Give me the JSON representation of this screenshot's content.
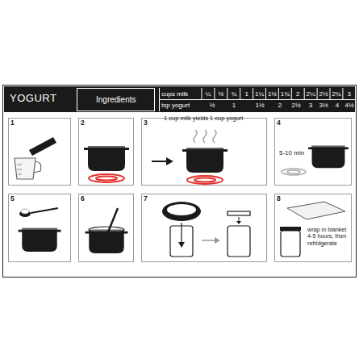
{
  "diagram": {
    "title": "YOGURT",
    "nodes": [
      {
        "text": [
          "Ingredients"
        ]
      },
      {
        "text": [
          "1"
        ]
      },
      {
        "text": [
          "2"
        ]
      },
      {
        "text": [
          "3"
        ]
      },
      {
        "text": [
          "4",
          "5-10 min"
        ]
      },
      {
        "text": [
          "5"
        ]
      },
      {
        "text": [
          "6"
        ]
      },
      {
        "text": [
          "7"
        ]
      },
      {
        "text": [
          "8",
          "wrap in blanket 4-5 hours, then refridgerate"
        ]
      }
    ],
    "labels": [
      "cups milk",
      "¼",
      "½",
      "¾",
      "1",
      "1¼",
      "1½",
      "1¾",
      "2",
      "2¼",
      "2½",
      "2¾",
      "3",
      "tsp yogurt",
      "½",
      "1",
      "1½",
      "2",
      "2½",
      "3",
      "3½",
      "4",
      "4½",
      "1 cup milk yields 1 cup yogurt"
    ]
  }
}
